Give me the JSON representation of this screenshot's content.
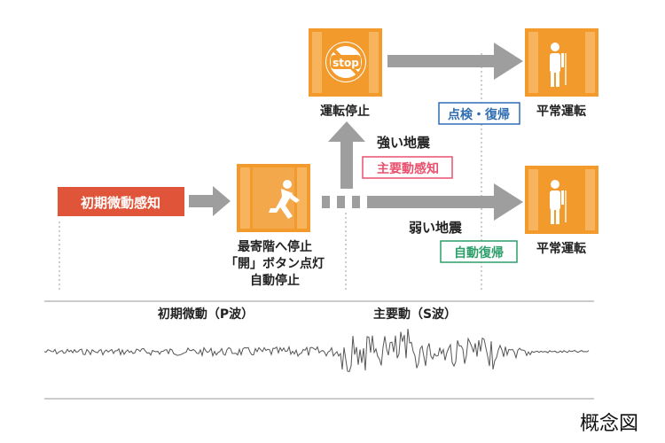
{
  "labels": {
    "initial_detection": "初期微動感知",
    "nearest_floor_stop": [
      "最寄階へ停止",
      "「開」ボタン点灯",
      "自動停止"
    ],
    "operation_stop": "運転停止",
    "normal_operation_top": "平常運転",
    "normal_operation_bottom": "平常運転",
    "strong_quake": "強い地震",
    "main_motion_detect": "主要動感知",
    "weak_quake": "弱い地震",
    "inspect_recover": "点検・復帰",
    "auto_recover": "自動復帰",
    "p_wave": "初期微動（P波）",
    "s_wave": "主要動（S波）",
    "stop_sign": "stop"
  },
  "caption": "概念図",
  "colors": {
    "orange": "#f39a2d",
    "orange_dark": "#d9801a",
    "red_tag": "#e0543a",
    "gray_arrow": "#9e9e9e",
    "pink_tag": "#e8506e",
    "blue_tag": "#2f6db3",
    "green_tag": "#2e9e6a"
  }
}
